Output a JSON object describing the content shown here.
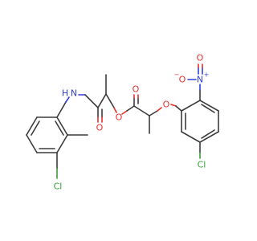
{
  "molecule": {
    "atoms": {
      "nitro_o_left": "O",
      "nitro_o_left_charge": "−",
      "nitro_n": "N",
      "nitro_n_charge": "+",
      "nitro_o_top": "O",
      "amide_n": "N",
      "amide_h": "H",
      "amide_o": "O",
      "ester_o_carbonyl": "O",
      "ester_o_link": "O",
      "ether_o": "O",
      "cl_right": "Cl",
      "cl_left": "Cl"
    }
  }
}
